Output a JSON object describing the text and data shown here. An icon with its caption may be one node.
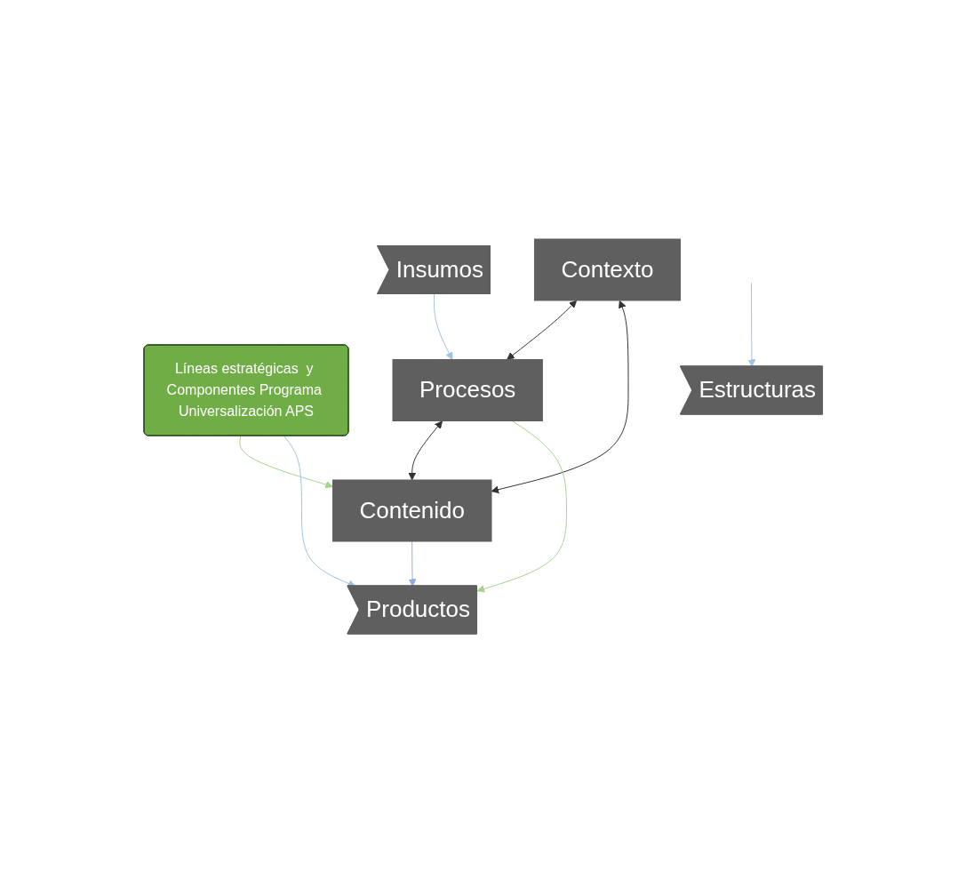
{
  "diagram": {
    "nodes": [
      {
        "text": [
          "Contexto"
        ]
      },
      {
        "text": [
          "Líneas estratégicas  y Componentes Programa Universalización APS"
        ]
      },
      {
        "text": [
          "Procesos"
        ]
      },
      {
        "text": [
          "Contenido"
        ]
      },
      {
        "text": [
          "Estructuras"
        ]
      },
      {
        "text": [
          "Insumos"
        ]
      },
      {
        "text": [
          "Productos"
        ]
      }
    ],
    "edges": [
      {
        "from": 0,
        "to": 2,
        "arrow": "both"
      },
      {
        "from": 0,
        "to": 3,
        "arrow": "both"
      },
      {
        "from": 2,
        "to": 3,
        "arrow": "both"
      },
      {
        "from": 1,
        "to": 3,
        "arrow": "to",
        "color": "#a9d18e"
      },
      {
        "from": 1,
        "to": 6,
        "arrow": "to",
        "color": "#9dc3e6"
      },
      {
        "from": null,
        "to": 4,
        "arrow": "to",
        "color": "#9dc3e6"
      },
      {
        "from": 5,
        "to": 2,
        "arrow": "to",
        "color": "#9dc3e6"
      },
      {
        "from": 2,
        "to": 6,
        "arrow": "to",
        "color": "#a9d18e"
      },
      {
        "from": 3,
        "to": 6,
        "arrow": "to",
        "color": "#8faadc"
      }
    ]
  }
}
